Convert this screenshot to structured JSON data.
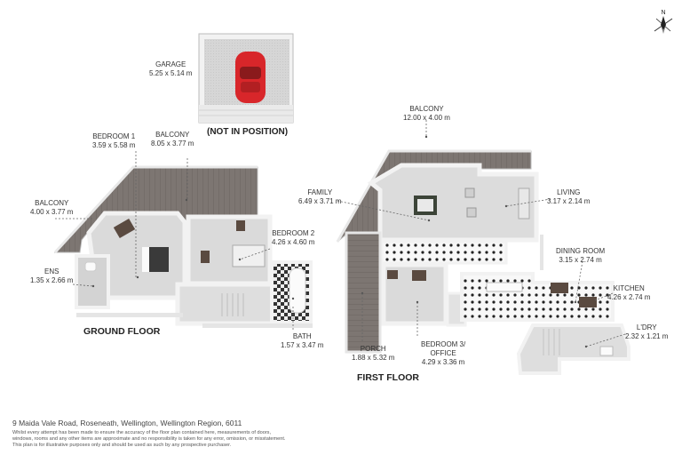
{
  "compass": {
    "north_label": "N"
  },
  "floors": {
    "ground": "GROUND FLOOR",
    "first": "FIRST FLOOR"
  },
  "note": "(NOT IN POSITION)",
  "rooms": {
    "garage": {
      "name": "GARAGE",
      "size": "5.25 x 5.14 m"
    },
    "bedroom1": {
      "name": "BEDROOM 1",
      "size": "3.59 x 5.58 m"
    },
    "balcony_g1": {
      "name": "BALCONY",
      "size": "8.05 x 3.77 m"
    },
    "balcony_g2": {
      "name": "BALCONY",
      "size": "4.00 x 3.77 m"
    },
    "bedroom2": {
      "name": "BEDROOM 2",
      "size": "4.26 x 4.60 m"
    },
    "ens": {
      "name": "ENS",
      "size": "1.35 x 2.66 m"
    },
    "bath": {
      "name": "BATH",
      "size": "1.57 x 3.47 m"
    },
    "balcony_f": {
      "name": "BALCONY",
      "size": "12.00 x 4.00 m"
    },
    "family": {
      "name": "FAMILY",
      "size": "6.49 x 3.71 m"
    },
    "living": {
      "name": "LIVING",
      "size": "3.17 x 2.14 m"
    },
    "dining": {
      "name": "DINING ROOM",
      "size": "3.15 x 2.74 m"
    },
    "kitchen": {
      "name": "KITCHEN",
      "size": "4.26 x 2.74 m"
    },
    "laundry": {
      "name": "L'DRY",
      "size": "2.32 x 1.21 m"
    },
    "porch": {
      "name": "PORCH",
      "size": "1.88 x 5.32 m"
    },
    "bedroom3": {
      "name": "BEDROOM 3/",
      "name2": "OFFICE",
      "size": "4.29 x 3.36 m"
    }
  },
  "footer": {
    "address": "9 Maida Vale Road, Roseneath, Wellington, Wellington Region, 6011",
    "disclaimer1": "Whilst every attempt has been made to ensure the accuracy of the floor plan contained here, measurements of doors,",
    "disclaimer2": "windows, rooms and any other items are approximate and no responsibility is taken for any error, omission, or misstatement.",
    "disclaimer3": "This plan is for illustrative purposes only and should be used as such by any prospective purchaser."
  },
  "colors": {
    "wall": "#f4f4f4",
    "floor": "#d9d9d9",
    "deck": "#7d7672",
    "tile": "#ffffff",
    "car": "#d8262a"
  }
}
